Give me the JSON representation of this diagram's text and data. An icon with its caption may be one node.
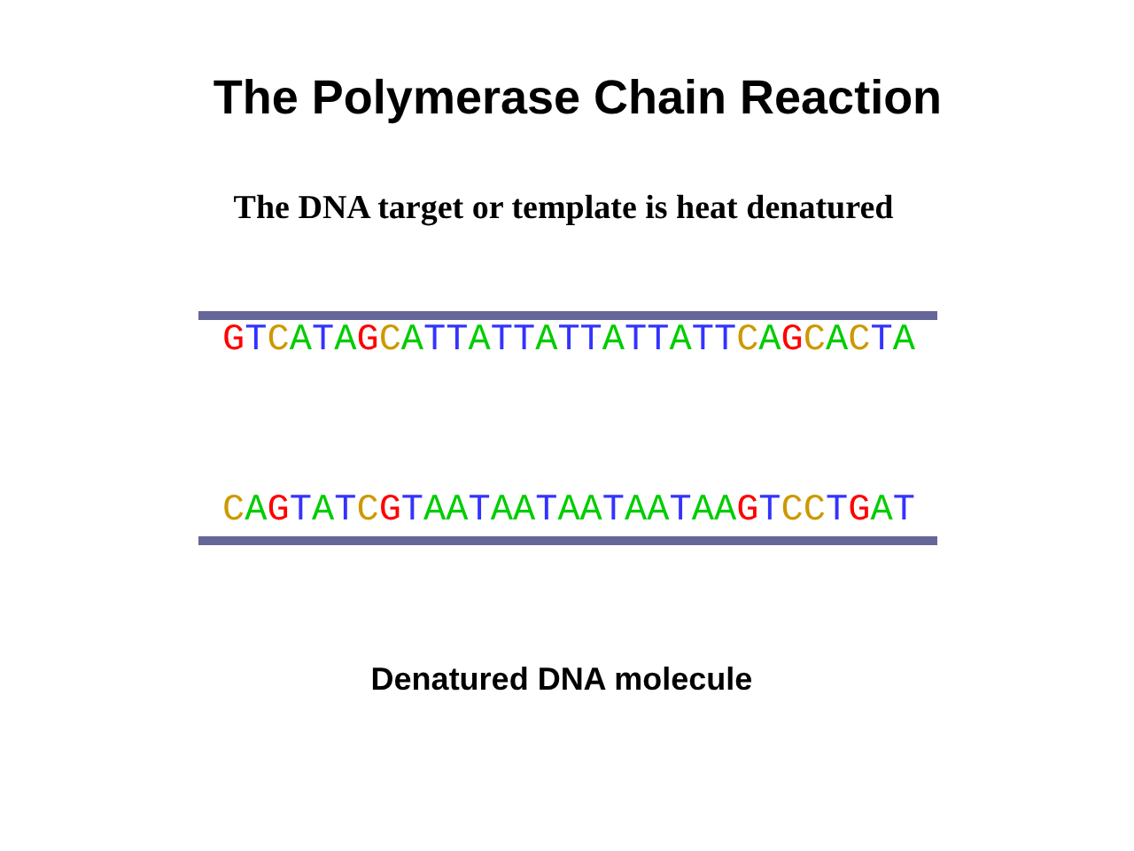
{
  "diagram": {
    "title": "The Polymerase Chain Reaction",
    "labels": [
      "The DNA target or template is heat denatured",
      "GTCATAGCATTATTATTATTATTCAGCACTA",
      "CAGTATCGTAATAATAATAATAAGTCCTGAT"
    ],
    "caption": "Denatured DNA molecule"
  }
}
